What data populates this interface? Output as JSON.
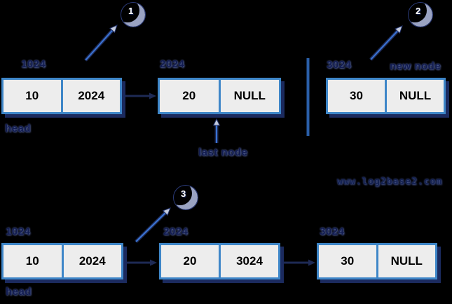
{
  "watermark": "www.log2base2.com",
  "steps": [
    "1",
    "2",
    "3"
  ],
  "labels": {
    "head_top": "head",
    "head_bottom": "head",
    "last_node": "last node",
    "new_node": "new node"
  },
  "top_list": {
    "nodes": [
      {
        "address": "1024",
        "value": "10",
        "next": "2024"
      },
      {
        "address": "2024",
        "value": "20",
        "next": "NULL"
      },
      {
        "address": "3024",
        "value": "30",
        "next": "NULL"
      }
    ]
  },
  "bottom_list": {
    "nodes": [
      {
        "address": "1024",
        "value": "10",
        "next": "2024"
      },
      {
        "address": "2024",
        "value": "20",
        "next": "3024"
      },
      {
        "address": "3024",
        "value": "30",
        "next": "NULL"
      }
    ]
  },
  "colors": {
    "background": "#000000",
    "node_fill": "#ededed",
    "node_border": "#3e86c8",
    "drop_shadow": "#1b2a5e",
    "label_navy": "#121c50",
    "arrow_navy": "#1e2a55",
    "arrow_blue": "#3a74d4",
    "divider_blue": "#2a5fa8",
    "badge_crescent": "#9aa3c2",
    "badge_number": "#ffffff"
  }
}
